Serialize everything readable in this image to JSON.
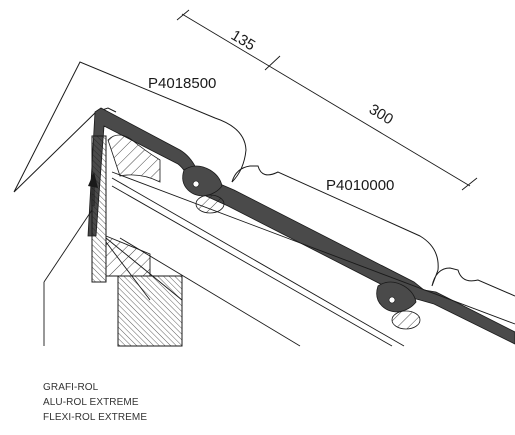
{
  "dimensions": {
    "overhang": "135",
    "batten_spacing": "300"
  },
  "part_codes": {
    "ridge_tile": "P4018500",
    "roof_tile": "P4010000"
  },
  "products": [
    "GRAFI-ROL",
    "ALU-ROL EXTREME",
    "FLEXI-ROL EXTREME"
  ],
  "colors": {
    "line": "#1a1a1a",
    "membrane": "#4a4a4a",
    "text": "#333333"
  }
}
